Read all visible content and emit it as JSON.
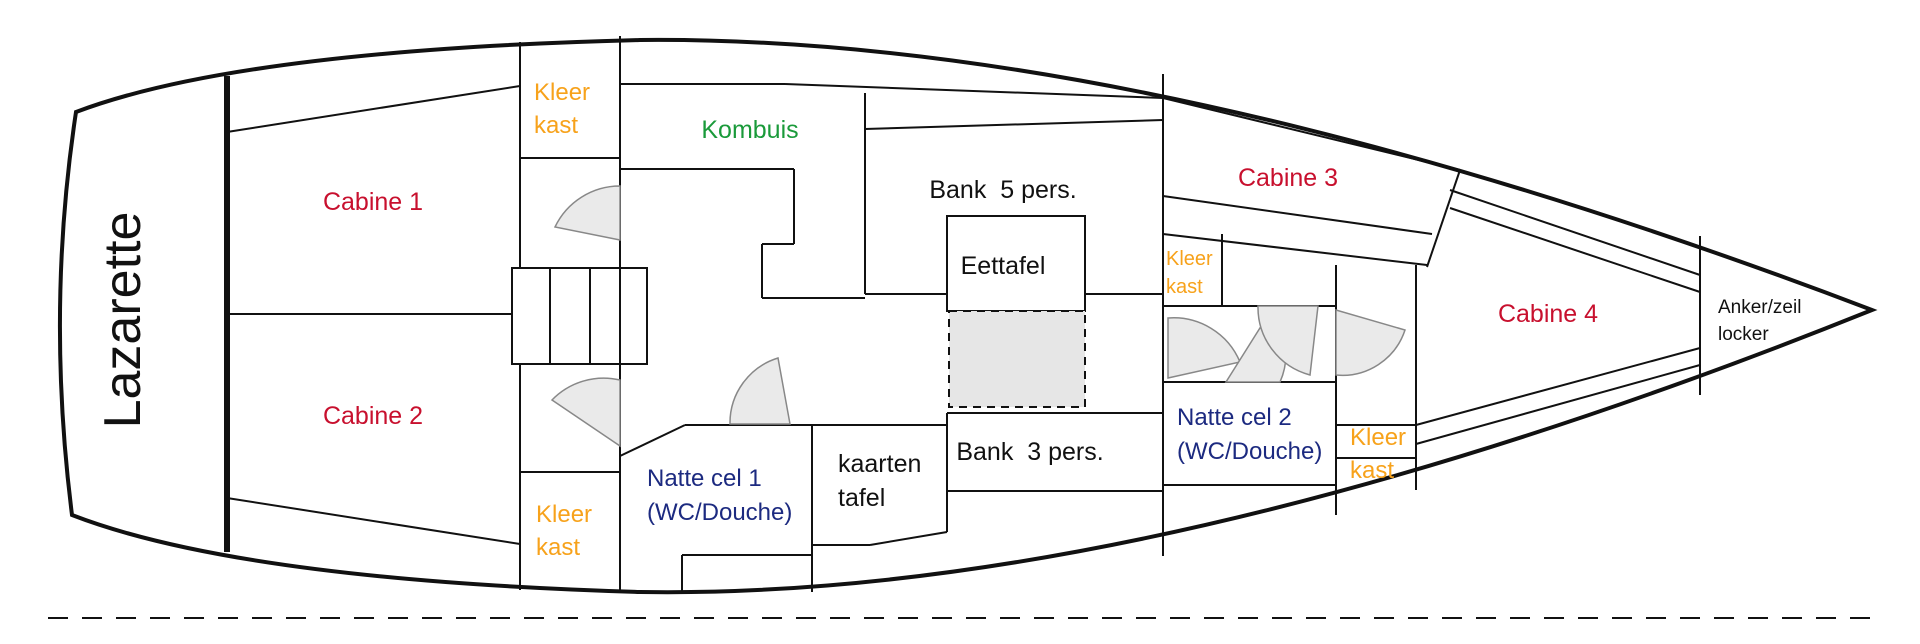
{
  "colors": {
    "cabin": "#c8102e",
    "storage": "#f7a21b",
    "galley": "#1a9a3a",
    "wetcell": "#1c2a80",
    "default": "#111111",
    "hull": "#111111",
    "fill": "#e6e6e6"
  },
  "labels": {
    "lazarette": "Lazarette",
    "cabine1": "Cabine 1",
    "cabine2": "Cabine 2",
    "cabine3": "Cabine 3",
    "cabine4": "Cabine 4",
    "kleer_kast_1": [
      "Kleer",
      "kast"
    ],
    "kleer_kast_2": [
      "Kleer",
      "kast"
    ],
    "kleer_kast_3": [
      "Kleer",
      "kast"
    ],
    "kleer_kast_4": [
      "Kleer",
      "kast"
    ],
    "kombuis": "Kombuis",
    "bank5": "Bank  5 pers.",
    "eettafel": "Eettafel",
    "bank3": "Bank  3 pers.",
    "kaartentafel": [
      "kaarten",
      "tafel"
    ],
    "natte_cel_1": [
      "Natte cel 1",
      "(WC/Douche)"
    ],
    "natte_cel_2": [
      "Natte cel 2",
      "(WC/Douche)"
    ],
    "anker": [
      "Anker/zeil",
      "locker"
    ]
  }
}
